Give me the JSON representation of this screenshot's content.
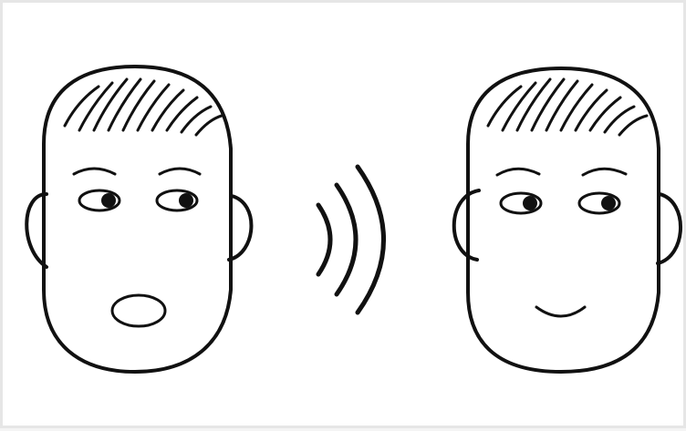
{
  "colors": {
    "stroke": "#111111",
    "background": "#ffffff",
    "frame": "#e6e6e6"
  },
  "figures": {
    "left_face": "speaking-face",
    "right_face": "listening-face",
    "waves": "sound-waves"
  }
}
